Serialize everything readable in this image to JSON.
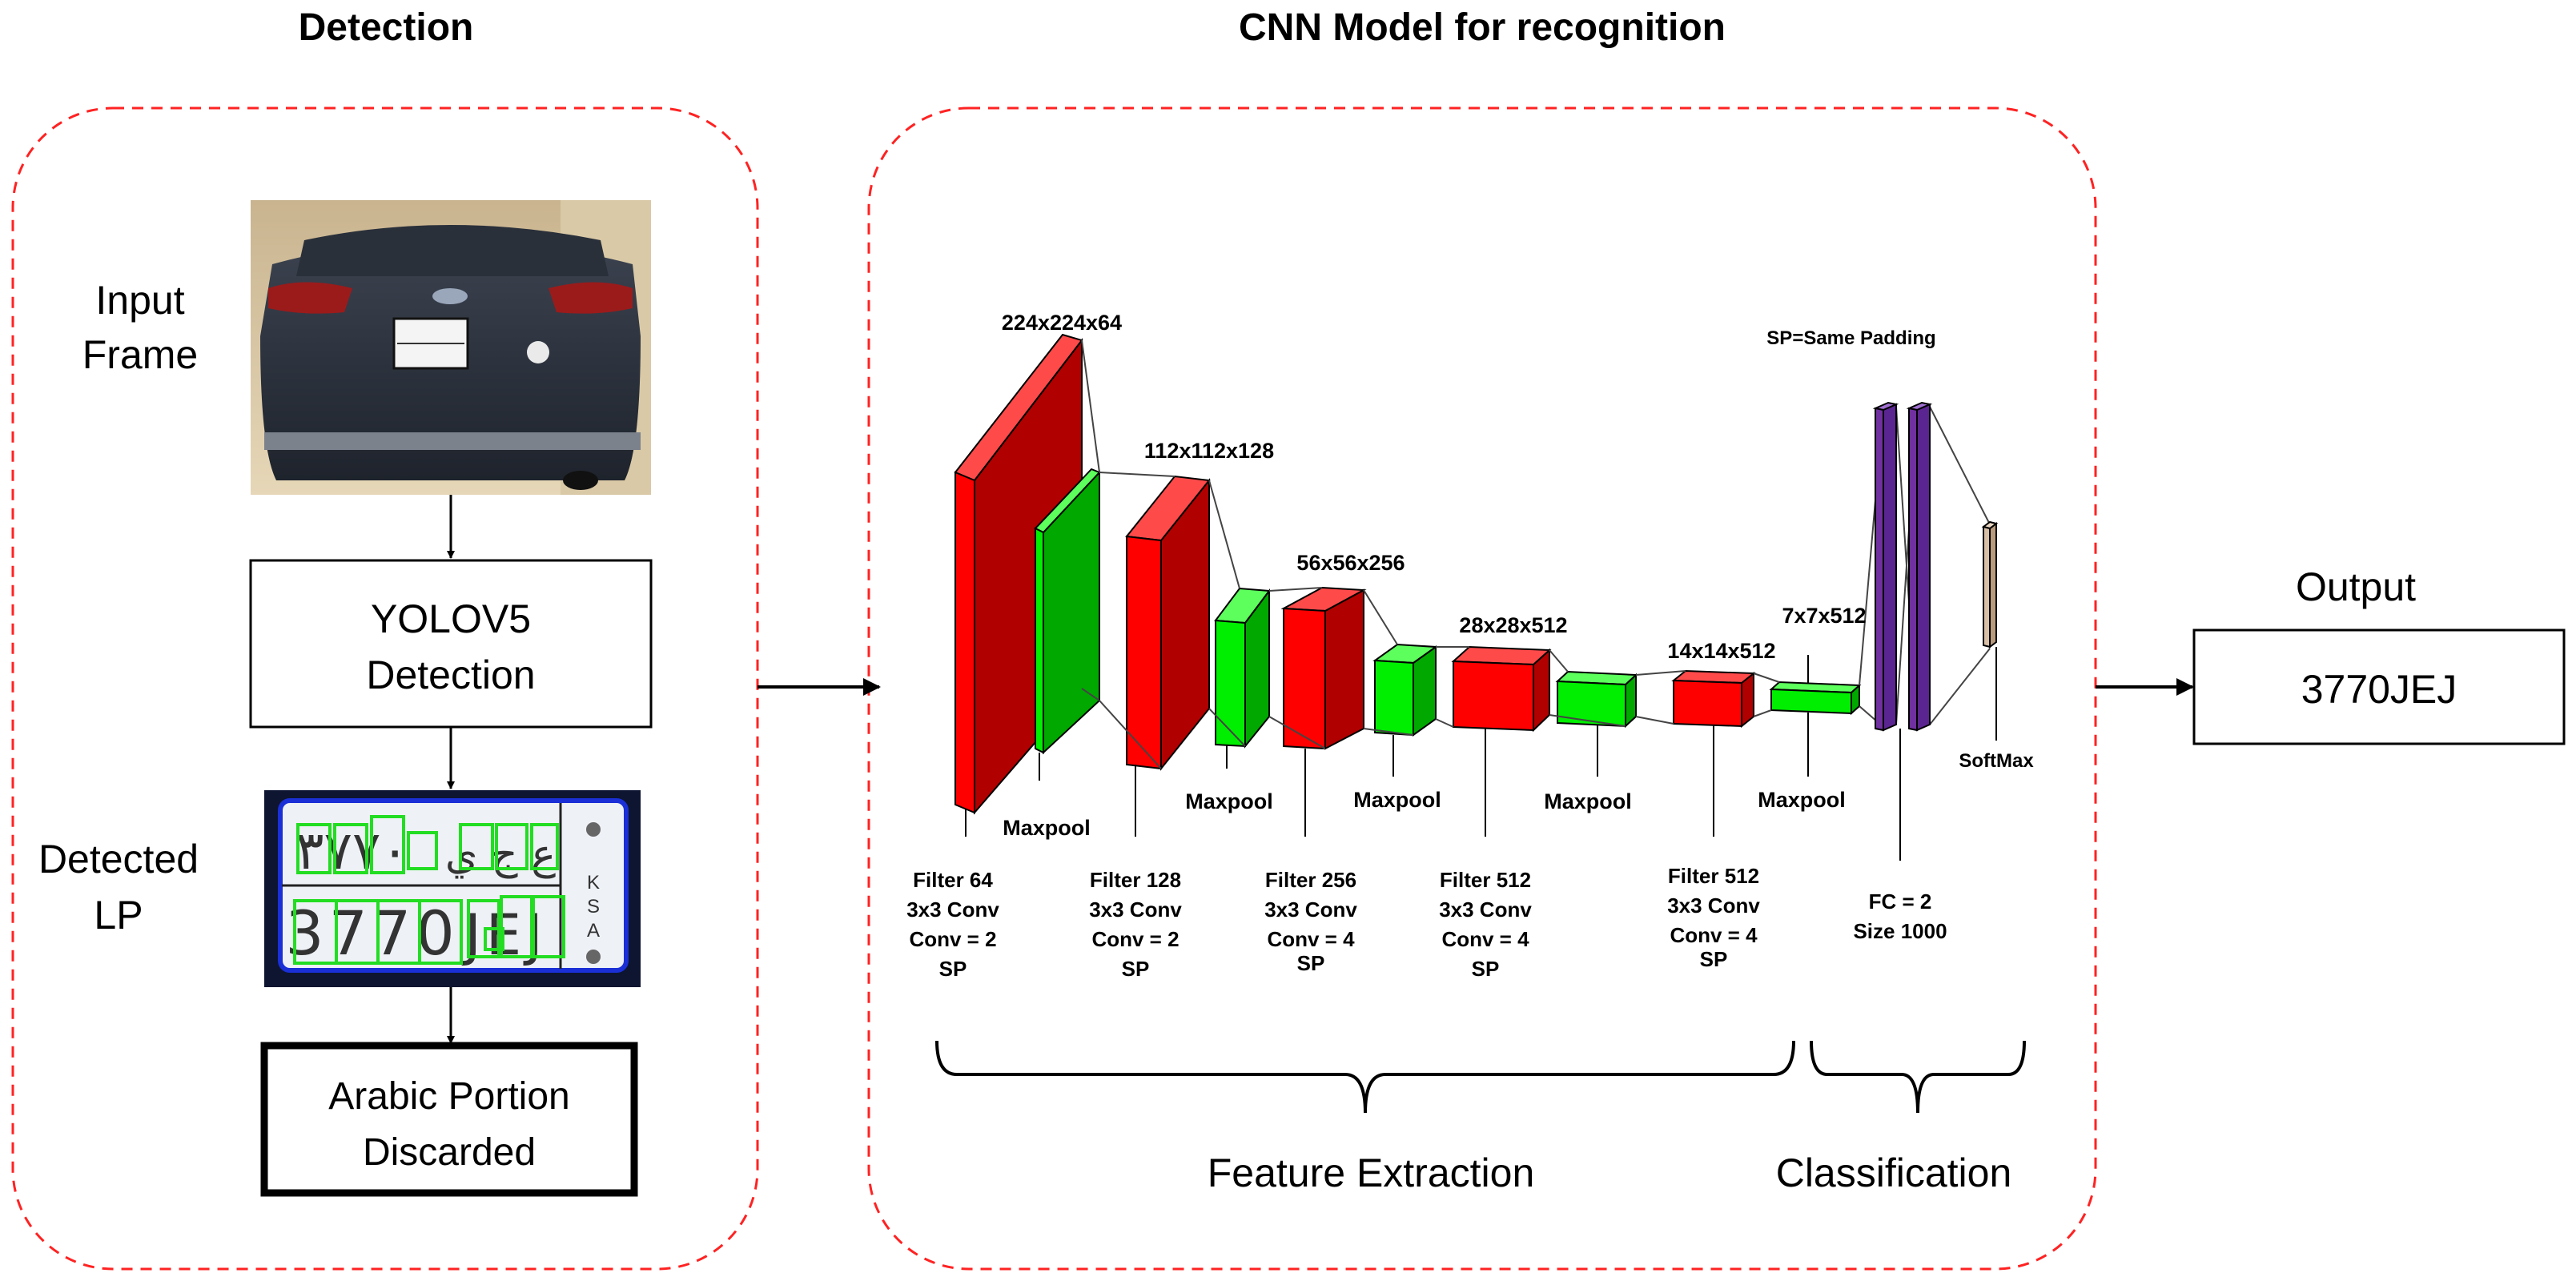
{
  "detection": {
    "title": "Detection",
    "input_frame_label": [
      "Input",
      "Frame"
    ],
    "yolo_box": [
      "YOLOV5",
      "Detection"
    ],
    "detected_lp_label": [
      "Detected",
      "LP"
    ],
    "discard_box": [
      "Arabic Portion",
      "Discarded"
    ],
    "plate_top_arabic": [
      "٣٧٧٠",
      "ع ج ي"
    ],
    "plate_bottom_latin": [
      "3770",
      "JEJ"
    ],
    "plate_side_text": [
      "K",
      "S",
      "A"
    ]
  },
  "cnn": {
    "title": "CNN Model for recognition",
    "note": "SP=Same Padding",
    "dims": [
      "224x224x64",
      "112x112x128",
      "56x56x256",
      "28x28x512",
      "14x14x512",
      "7x7x512"
    ],
    "maxpool_label": "Maxpool",
    "softmax_label": "SoftMax",
    "conv_blocks": [
      [
        "Filter 64",
        "3x3 Conv",
        "Conv = 2",
        "SP"
      ],
      [
        "Filter 128",
        "3x3 Conv",
        "Conv = 2",
        "SP"
      ],
      [
        "Filter 256",
        "3x3 Conv",
        "Conv = 4",
        "SP"
      ],
      [
        "Filter 512",
        "3x3 Conv",
        "Conv = 4",
        "SP"
      ],
      [
        "Filter 512",
        "3x3 Conv",
        "Conv = 4",
        "SP"
      ]
    ],
    "fc_block": [
      "FC = 2",
      "Size 1000"
    ],
    "feature_extraction_label": "Feature Extraction",
    "classification_label": "Classification"
  },
  "output": {
    "title": "Output",
    "value": "3770JEJ"
  },
  "colors": {
    "conv": "#ff0000",
    "pool": "#00ee00",
    "fc": "#7030a0",
    "softmax": "#d9bfa6",
    "dashed_border": "#ff2222",
    "plate_box": "#22dd22",
    "plate_frame": "#1a2fd6"
  }
}
